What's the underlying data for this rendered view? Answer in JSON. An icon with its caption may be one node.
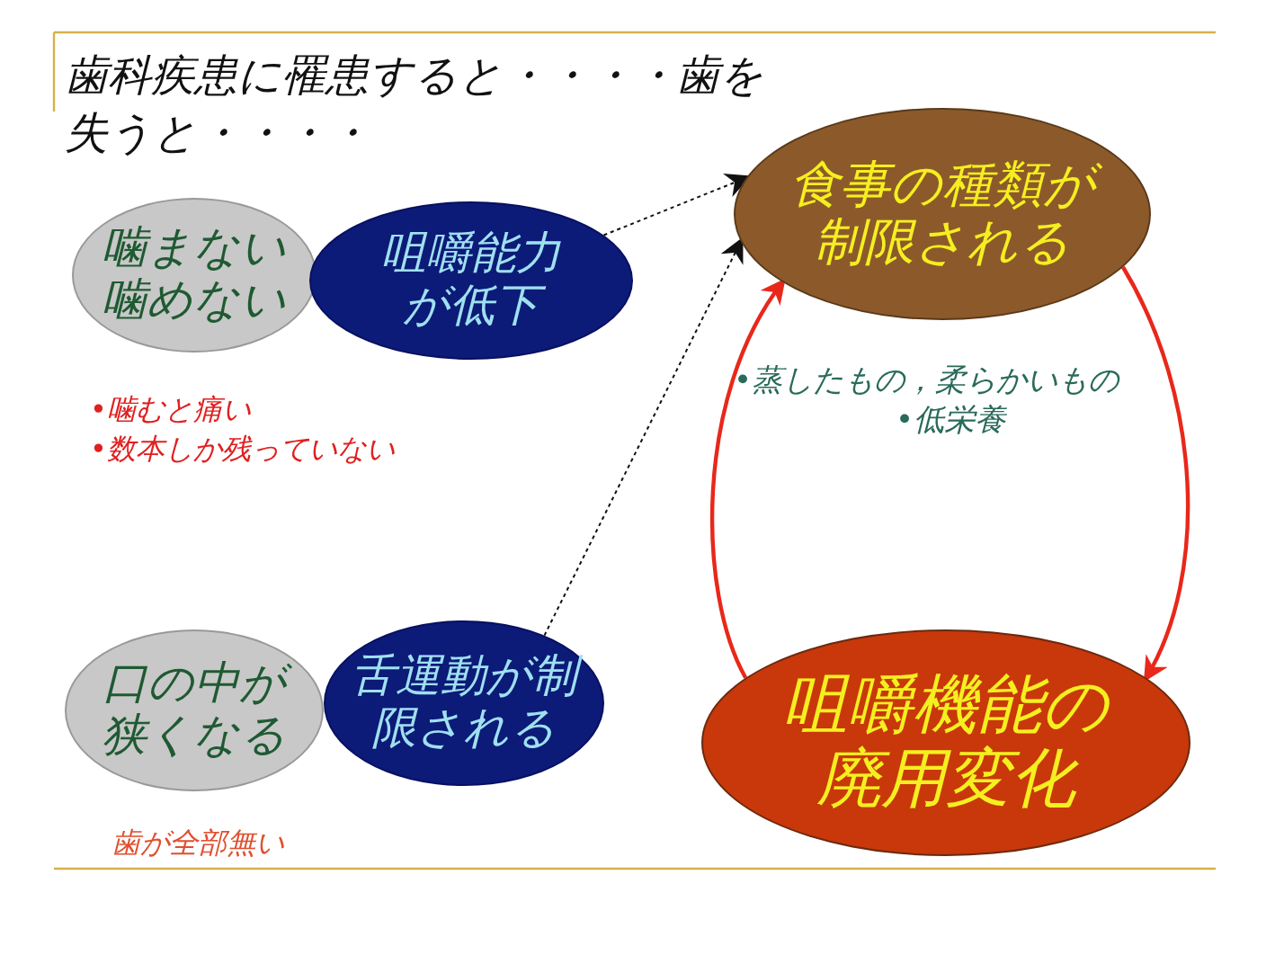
{
  "diagram": {
    "title": "歯科疾患に罹患すると・・・・歯を失うと・・・・",
    "nodes": [
      {
        "text": [
          "噛まない噛めない"
        ]
      },
      {
        "text": [
          "咀嚼能力が低下"
        ]
      },
      {
        "text": [
          "食事の種類が制限される"
        ]
      },
      {
        "text": [
          "口の中が狭くなる"
        ]
      },
      {
        "text": [
          "舌運動が制限される"
        ]
      },
      {
        "text": [
          "咀嚼機能の廃用変化"
        ]
      }
    ],
    "edges": [
      {
        "from": 1,
        "to": 2,
        "arrow": "to",
        "style": "dashed"
      },
      {
        "from": 4,
        "to": 2,
        "arrow": "to",
        "style": "dashed"
      },
      {
        "from": 2,
        "to": 5,
        "arrow": "to",
        "color": "#e8281a"
      },
      {
        "from": 5,
        "to": 2,
        "arrow": "to",
        "color": "#e8281a"
      }
    ],
    "labels": [
      "•噛むと痛い",
      "•数本しか残っていない",
      "•蒸したもの，柔らかいもの",
      "•低栄養",
      "歯が全部無い"
    ]
  }
}
